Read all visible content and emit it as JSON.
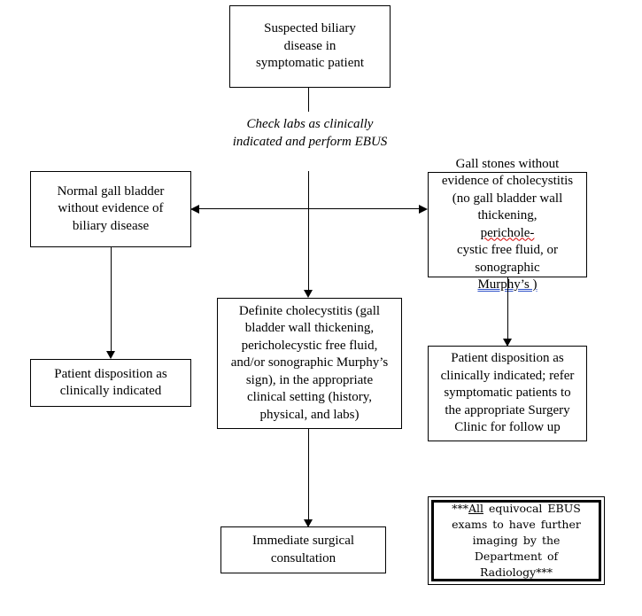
{
  "diagram": {
    "title": "Biliary disease EBUS evaluation flowchart",
    "nodes": {
      "start": {
        "label": "Suspected biliary disease in symptomatic patient",
        "lines": [
          "Suspected biliary",
          "disease in",
          "symptomatic patient"
        ]
      },
      "check_labs": {
        "label": "Check labs as clinically indicated and perform EBUS",
        "lines": [
          "Check labs as",
          "clinically indicated",
          "and perform EBUS"
        ],
        "style": "italic"
      },
      "normal_gall_bladder": {
        "label": "Normal gall bladder without evidence of biliary disease",
        "lines": [
          "Normal gall bladder",
          "without evidence of",
          "biliary disease"
        ]
      },
      "gall_stones": {
        "label": "Gall stones without evidence of cholecystitis (no gall bladder wall thickening, perichole-cystic free fluid, or sonographic Murphy's )",
        "line1": "Gall stones without",
        "line2": "evidence of cholecystitis",
        "line3": "(no gall bladder wall",
        "line4_prefix": "thickening, ",
        "line4_spell_error": "perichole-",
        "line5": "cystic free fluid, or",
        "line6_prefix": "sonographic ",
        "line6_grammar_error": "Murphy’s )"
      },
      "definite_cholecystitis": {
        "label": "Definite cholecystitis (gall bladder wall thickening, pericholecystic free fluid, and/or sonographic Murphy's sign), in the appropriate clinical setting (history, physical, and labs)",
        "lines": [
          "Definite cholecystitis (gall",
          "bladder wall thickening,",
          "pericholecystic free fluid,",
          "and/or sonographic Murphy’s",
          "sign), in the appropriate",
          "clinical setting (history,",
          "physical, and labs)"
        ]
      },
      "patient_disposition_left": {
        "label": "Patient disposition as clinically indicated",
        "lines": [
          "Patient disposition as",
          "clinically indicated"
        ]
      },
      "patient_disposition_right": {
        "label": "Patient disposition as clinically indicated; refer symptomatic patients to the appropriate Surgery Clinic for follow up",
        "lines": [
          "Patient disposition as",
          "clinically indicated; refer",
          "symptomatic patients to",
          "the appropriate Surgery",
          "Clinic for follow up"
        ]
      },
      "immediate_surgical_consultation": {
        "label": "Immediate surgical consultation",
        "lines": [
          "Immediate surgical",
          "consultation"
        ]
      }
    },
    "note": {
      "label": "***All equivocal EBUS exams to have further imaging by the Department of Radiology***",
      "line1_stars": "***",
      "line1_underlined": "All",
      "line1_rest": " equivocal EBUS",
      "line2": "exams to have further",
      "line3": "imaging by the Department",
      "line4": "of Radiology***"
    },
    "colors": {
      "stroke": "#000000",
      "background": "#ffffff",
      "spell_error_underline": "#d40000",
      "grammar_error_underline": "#2d50c8"
    }
  }
}
